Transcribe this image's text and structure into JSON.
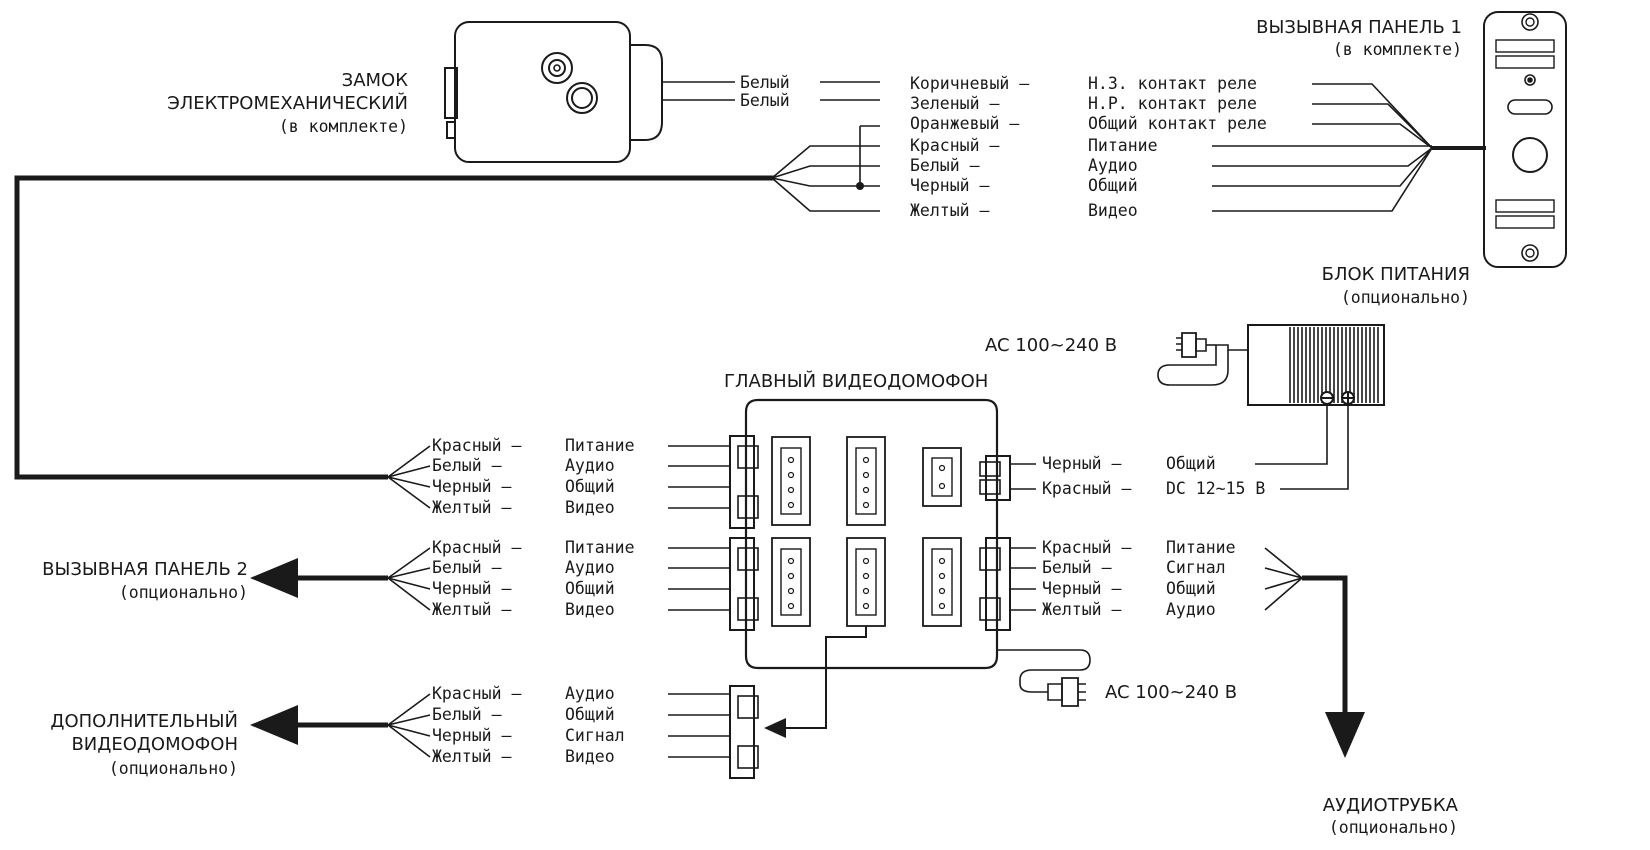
{
  "titles": {
    "lock": [
      "ЗАМОК",
      "ЭЛЕКТРОМЕХАНИЧЕСКИЙ",
      "(в комплекте)"
    ],
    "panel1": [
      "ВЫЗЫВНАЯ ПАНЕЛЬ 1",
      "(в комплекте)"
    ],
    "psu": [
      "БЛОК ПИТАНИЯ",
      "(опционально)"
    ],
    "ac_top": "AC 100~240 В",
    "main": "ГЛАВНЫЙ ВИДЕОДОМОФОН",
    "panel2": [
      "ВЫЗЫВНАЯ ПАНЕЛЬ 2",
      "(опционально)"
    ],
    "extra": [
      "ДОПОЛНИТЕЛЬНЫЙ",
      "ВИДЕОДОМОФОН",
      "(опционально)"
    ],
    "ac_bottom": "AC 100~240 В",
    "handset": [
      "АУДИОТРУБКА",
      "(опционально)"
    ]
  },
  "lock_wires": [
    "Белый",
    "Белый"
  ],
  "panel1_wires": [
    {
      "color": "Коричневый –",
      "signal": "Н.З. контакт реле"
    },
    {
      "color": "Зеленый –",
      "signal": "Н.Р. контакт реле"
    },
    {
      "color": "Оранжевый –",
      "signal": "Общий контакт реле"
    },
    {
      "color": "Красный –",
      "signal": "Питание"
    },
    {
      "color": "Белый –",
      "signal": "Аудио"
    },
    {
      "color": "Черный –",
      "signal": "Общий"
    },
    {
      "color": "Желтый –",
      "signal": "Видео"
    }
  ],
  "left_conn1": [
    {
      "color": "Красный –",
      "signal": "Питание"
    },
    {
      "color": "Белый –",
      "signal": "Аудио"
    },
    {
      "color": "Черный –",
      "signal": "Общий"
    },
    {
      "color": "Желтый –",
      "signal": "Видео"
    }
  ],
  "left_conn2": [
    {
      "color": "Красный –",
      "signal": "Питание"
    },
    {
      "color": "Белый –",
      "signal": "Аудио"
    },
    {
      "color": "Черный –",
      "signal": "Общий"
    },
    {
      "color": "Желтый –",
      "signal": "Видео"
    }
  ],
  "left_conn3": [
    {
      "color": "Красный –",
      "signal": "Аудио"
    },
    {
      "color": "Белый –",
      "signal": "Общий"
    },
    {
      "color": "Черный –",
      "signal": "Сигнал"
    },
    {
      "color": "Желтый –",
      "signal": "Видео"
    }
  ],
  "right_power": [
    {
      "color": "Черный –",
      "signal": "Общий"
    },
    {
      "color": "Красный –",
      "signal": "DC 12~15 В"
    }
  ],
  "right_handset": [
    {
      "color": "Красный –",
      "signal": "Питание"
    },
    {
      "color": "Белый –",
      "signal": "Сигнал"
    },
    {
      "color": "Черный –",
      "signal": "Общий"
    },
    {
      "color": "Желтый –",
      "signal": "Аудио"
    }
  ]
}
